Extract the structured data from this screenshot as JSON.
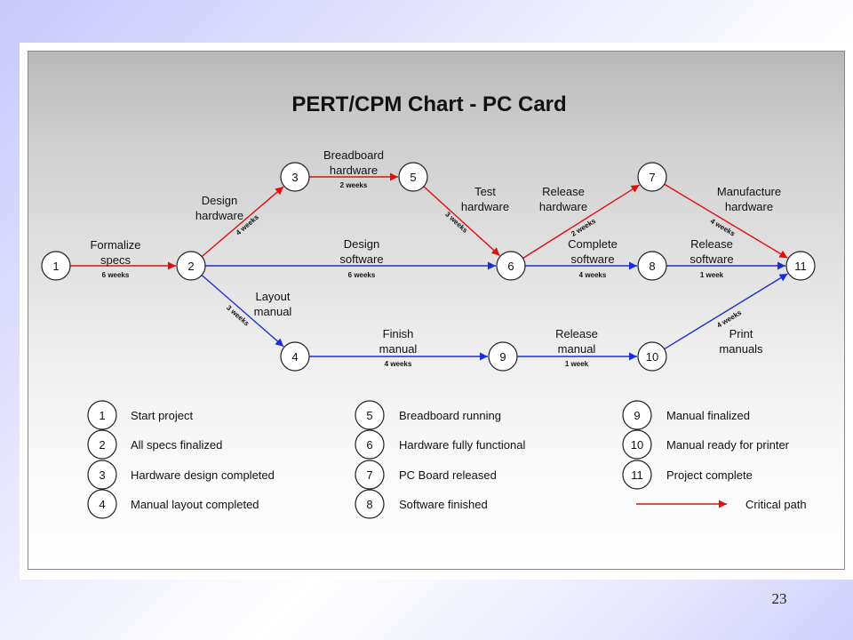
{
  "title": "PERT/CPM Chart - PC Card",
  "page_number": "23",
  "colors": {
    "critical": "#e01010",
    "normal": "#1a2fd6",
    "node_stroke": "#222222"
  },
  "nodes": [
    "1",
    "2",
    "3",
    "4",
    "5",
    "6",
    "7",
    "8",
    "9",
    "10",
    "11"
  ],
  "tasks": [
    {
      "from": "1",
      "to": "2",
      "name_line1": "Formalize",
      "name_line2": "specs",
      "duration": "6 weeks",
      "critical": true
    },
    {
      "from": "2",
      "to": "3",
      "name_line1": "Design",
      "name_line2": "hardware",
      "duration": "4 weeks",
      "critical": true
    },
    {
      "from": "3",
      "to": "5",
      "name_line1": "Breadboard",
      "name_line2": "hardware",
      "duration": "2 weeks",
      "critical": true
    },
    {
      "from": "5",
      "to": "6",
      "name_line1": "Test",
      "name_line2": "hardware",
      "duration": "3 weeks",
      "critical": true
    },
    {
      "from": "6",
      "to": "7",
      "name_line1": "Release",
      "name_line2": "hardware",
      "duration": "2 weeks",
      "critical": true
    },
    {
      "from": "7",
      "to": "11",
      "name_line1": "Manufacture",
      "name_line2": "hardware",
      "duration": "4 weeks",
      "critical": true
    },
    {
      "from": "2",
      "to": "6",
      "name_line1": "Design",
      "name_line2": "software",
      "duration": "6 weeks",
      "critical": false
    },
    {
      "from": "6",
      "to": "8",
      "name_line1": "Complete",
      "name_line2": "software",
      "duration": "4 weeks",
      "critical": false
    },
    {
      "from": "8",
      "to": "11",
      "name_line1": "Release",
      "name_line2": "software",
      "duration": "1 week",
      "critical": false
    },
    {
      "from": "2",
      "to": "4",
      "name_line1": "Layout",
      "name_line2": "manual",
      "duration": "3 weeks",
      "critical": false
    },
    {
      "from": "4",
      "to": "9",
      "name_line1": "Finish",
      "name_line2": "manual",
      "duration": "4 weeks",
      "critical": false
    },
    {
      "from": "9",
      "to": "10",
      "name_line1": "Release",
      "name_line2": "manual",
      "duration": "1 week",
      "critical": false
    },
    {
      "from": "10",
      "to": "11",
      "name_line1": "Print",
      "name_line2": "manuals",
      "duration": "4 weeks",
      "critical": false
    }
  ],
  "legend": [
    {
      "id": "1",
      "label": "Start project"
    },
    {
      "id": "2",
      "label": "All specs finalized"
    },
    {
      "id": "3",
      "label": "Hardware design completed"
    },
    {
      "id": "4",
      "label": "Manual layout completed"
    },
    {
      "id": "5",
      "label": "Breadboard running"
    },
    {
      "id": "6",
      "label": "Hardware fully functional"
    },
    {
      "id": "7",
      "label": "PC Board released"
    },
    {
      "id": "8",
      "label": "Software finished"
    },
    {
      "id": "9",
      "label": "Manual finalized"
    },
    {
      "id": "10",
      "label": "Manual ready for printer"
    },
    {
      "id": "11",
      "label": "Project complete"
    }
  ],
  "critical_path_label": "Critical path"
}
